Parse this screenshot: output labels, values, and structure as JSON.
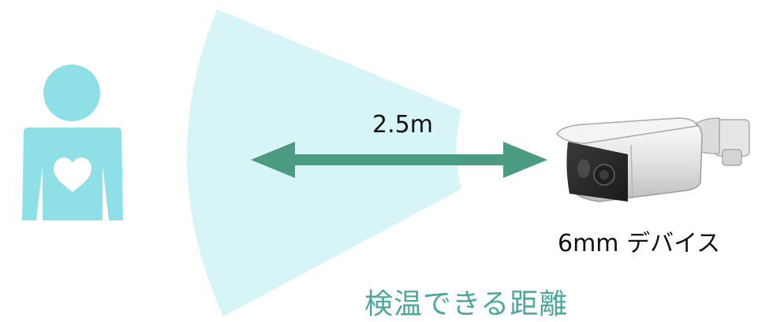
{
  "distance_label": "2.5m",
  "device_label": "6mm デバイス",
  "caption": "検温できる距離",
  "colors": {
    "person": "#8fdfe6",
    "zone": "#d7f4f6",
    "arrow": "#4b9b82",
    "caption": "#4fa79b",
    "heart": "#ffffff",
    "camera_body": "#e6e6e6",
    "camera_face": "#2c2c2c"
  },
  "icons": {
    "person": "person-with-heart-icon",
    "camera": "thermal-bullet-camera-icon"
  }
}
